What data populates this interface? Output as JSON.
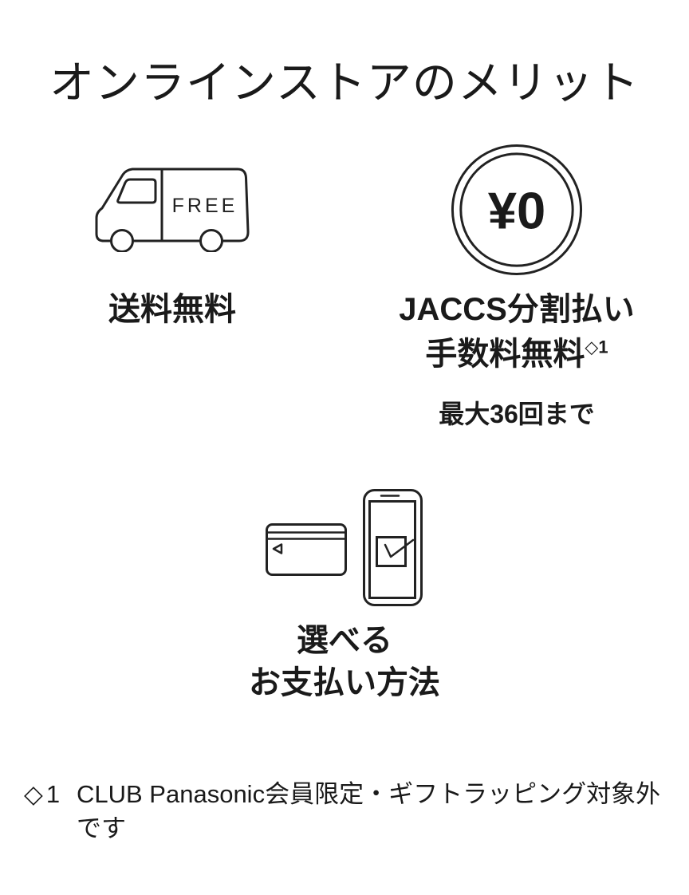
{
  "title": "オンラインストアのメリット",
  "features": {
    "shipping": {
      "truck_text": "FREE",
      "label": "送料無料"
    },
    "installment": {
      "coin_text": "¥0",
      "label_line1": "JACCS分割払い",
      "label_line2": "手数料無料",
      "footnote_ref": "◇1",
      "sub_label": "最大36回まで"
    },
    "payment": {
      "label_line1": "選べる",
      "label_line2": "お支払い方法"
    }
  },
  "footnote": {
    "marker": "◇1",
    "text": "CLUB Panasonic会員限定・ギフトラッピング対象外です"
  },
  "colors": {
    "text": "#1a1a1a",
    "icon_stroke": "#222222",
    "background": "#ffffff"
  }
}
